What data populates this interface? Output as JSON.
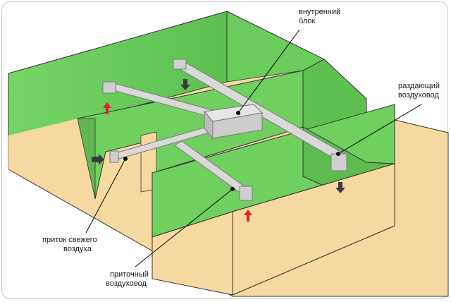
{
  "labels": {
    "indoor_unit": [
      "внутренний",
      "блок"
    ],
    "distribution_duct": [
      "раздающий",
      "воздуховод"
    ],
    "fresh_air_intake": [
      "приток свежего",
      "воздуха"
    ],
    "supply_duct": [
      "приточный",
      "воздуховод"
    ]
  },
  "colors": {
    "wall_green": "#6fcf5f",
    "wall_green_dark": "#4fae46",
    "floor": "#f6d9a0",
    "duct": "#d9d9d9",
    "duct_edge": "#8a8a8a",
    "arrow_red": "#e8202a",
    "arrow_dark": "#3c3c3c"
  },
  "icons": {
    "supply_arrow": "red-up-arrow",
    "exhaust_arrow": "dark-down-arrow",
    "inlet_arrow": "dark-right-arrow"
  }
}
